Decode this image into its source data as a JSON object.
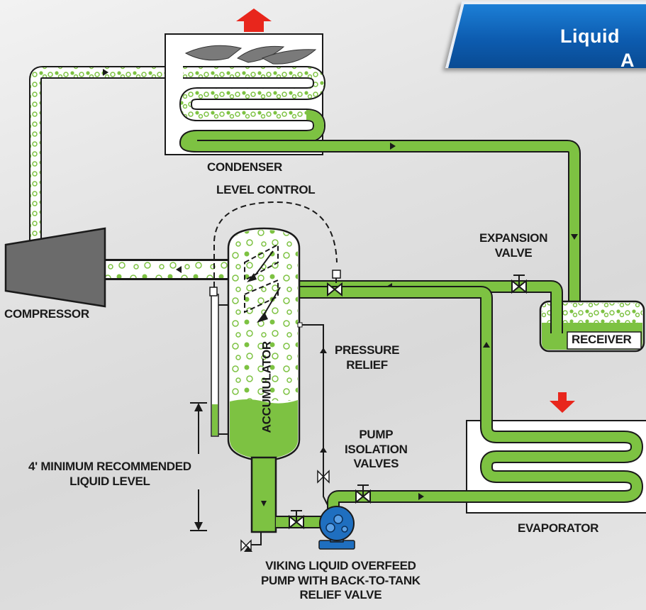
{
  "title": {
    "line1": "Liquid",
    "line2": "A"
  },
  "labels": {
    "condenser": "CONDENSER",
    "level_control": "LEVEL CONTROL",
    "expansion_valve_1": "EXPANSION",
    "expansion_valve_2": "VALVE",
    "compressor": "COMPRESSOR",
    "receiver": "RECEIVER",
    "pressure_relief_1": "PRESSURE",
    "pressure_relief_2": "RELIEF",
    "accumulator": "ACCUMULATOR",
    "pump_isolation_1": "PUMP",
    "pump_isolation_2": "ISOLATION",
    "pump_isolation_3": "VALVES",
    "min_level_1": "4' MINIMUM RECOMMENDED",
    "min_level_2": "LIQUID LEVEL",
    "evaporator": "EVAPORATOR",
    "pump_1": "VIKING LIQUID OVERFEED",
    "pump_2": "PUMP WITH BACK-TO-TANK",
    "pump_3": "RELIEF VALVE"
  },
  "colors": {
    "liquid": "#7dc242",
    "pipe_outline": "#1a1a1a",
    "flow_arrow": "#e8261c",
    "pump": "#1f6fc0",
    "compressor": "#6b6b6b",
    "banner": "#0d5cb0"
  }
}
